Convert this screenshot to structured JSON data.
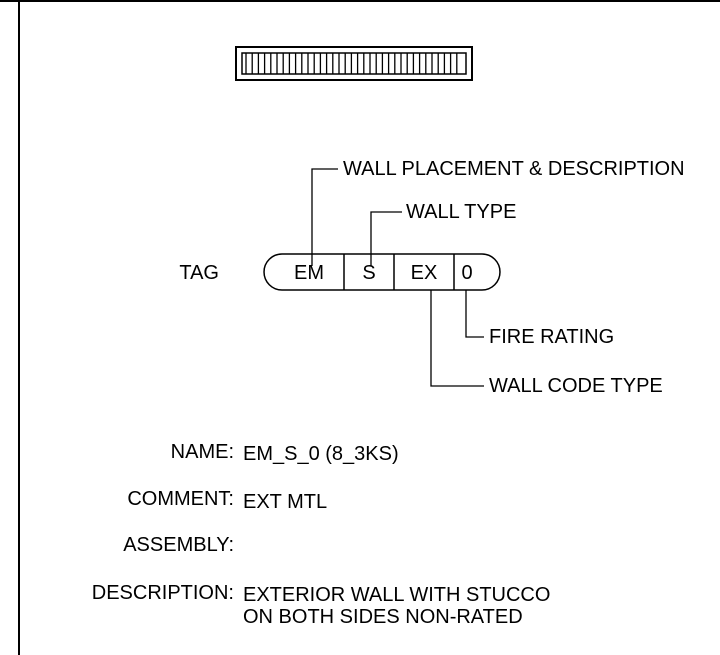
{
  "tag": {
    "label": "TAG",
    "segments": [
      "EM",
      "S",
      "EX",
      "0"
    ]
  },
  "callouts": {
    "placement": "WALL PLACEMENT & DESCRIPTION",
    "wall_type": "WALL TYPE",
    "fire_rating": "FIRE RATING",
    "code_type": "WALL CODE TYPE"
  },
  "fields": {
    "name_label": "NAME:",
    "name_value": "EM_S_0 (8_3KS)",
    "comment_label": "COMMENT:",
    "comment_value": "EXT MTL",
    "assembly_label": "ASSEMBLY:",
    "assembly_value": "",
    "description_label": "DESCRIPTION:",
    "description_line1": "EXTERIOR WALL WITH STUCCO",
    "description_line2": "ON BOTH SIDES NON-RATED"
  }
}
